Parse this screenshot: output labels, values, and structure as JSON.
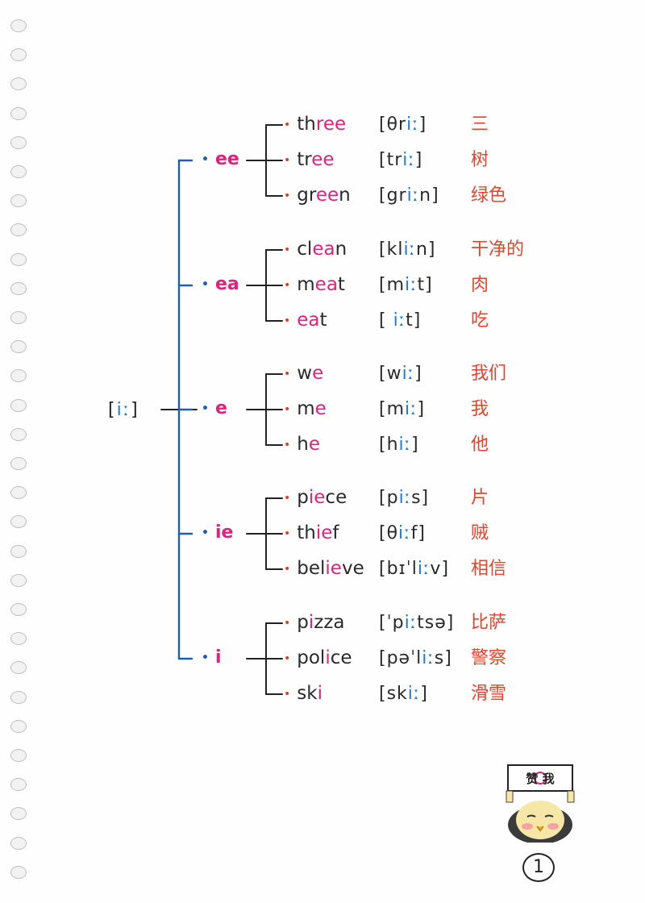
{
  "root": "[iː]",
  "groups": [
    {
      "pattern": "ee",
      "words": [
        {
          "word": "three",
          "hl": [
            2,
            5
          ],
          "ipa": "[θriː]",
          "cn": "三"
        },
        {
          "word": "tree",
          "hl": [
            2,
            4
          ],
          "ipa": "[triː]",
          "cn": "树"
        },
        {
          "word": "green",
          "hl": [
            2,
            4
          ],
          "ipa": "[griːn]",
          "cn": "绿色"
        }
      ]
    },
    {
      "pattern": "ea",
      "words": [
        {
          "word": "clean",
          "hl": [
            2,
            4
          ],
          "ipa": "[kliːn]",
          "cn": "干净的"
        },
        {
          "word": "meat",
          "hl": [
            1,
            3
          ],
          "ipa": "[miːt]",
          "cn": "肉"
        },
        {
          "word": "eat",
          "hl": [
            0,
            2
          ],
          "ipa": "[ iːt]",
          "cn": "吃"
        }
      ]
    },
    {
      "pattern": "e",
      "words": [
        {
          "word": "we",
          "hl": [
            1,
            2
          ],
          "ipa": "[wiː]",
          "cn": "我们"
        },
        {
          "word": "me",
          "hl": [
            1,
            2
          ],
          "ipa": "[miː]",
          "cn": "我"
        },
        {
          "word": "he",
          "hl": [
            1,
            2
          ],
          "ipa": "[hiː]",
          "cn": "他"
        }
      ]
    },
    {
      "pattern": "ie",
      "words": [
        {
          "word": "piece",
          "hl": [
            1,
            3
          ],
          "ipa": "[piːs]",
          "cn": "片"
        },
        {
          "word": "thief",
          "hl": [
            2,
            4
          ],
          "ipa": "[θiːf]",
          "cn": "贼"
        },
        {
          "word": "believe",
          "hl": [
            3,
            5
          ],
          "ipa": "[bɪˈliːv]",
          "cn": "相信"
        }
      ]
    },
    {
      "pattern": "i",
      "words": [
        {
          "word": "pizza",
          "hl": [
            1,
            2
          ],
          "ipa": "[ˈpiːtsə]",
          "cn": "比萨"
        },
        {
          "word": "police",
          "hl": [
            3,
            4
          ],
          "ipa": "[pəˈliːs]",
          "cn": "警察"
        },
        {
          "word": "ski",
          "hl": [
            2,
            3
          ],
          "ipa": "[skiː]",
          "cn": "滑雪"
        }
      ]
    }
  ],
  "mascot_sign": "赞 我",
  "page_number": "1",
  "colors": {
    "branch": "#1e5fb4",
    "pattern": "#e0237a",
    "chinese": "#e5432b",
    "colon": "#1e7ad8"
  }
}
